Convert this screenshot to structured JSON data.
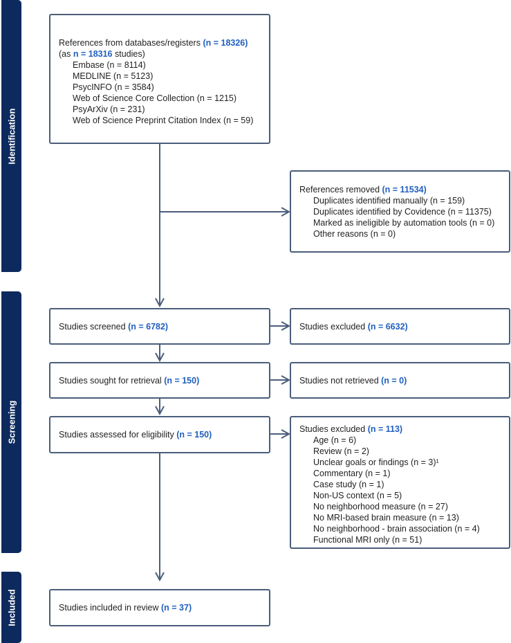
{
  "phases": {
    "identification": "Identification",
    "screening": "Screening",
    "included": "Included"
  },
  "references": {
    "title": "References from databases/registers",
    "title_count": "(n = 18326)",
    "as_prefix": "(as",
    "as_count": "n = 18316",
    "as_suffix": "studies)",
    "sources": [
      "Embase (n = 8114)",
      "MEDLINE (n = 5123)",
      "PsycINFO (n = 3584)",
      "Web of Science Core Collection (n = 1215)",
      "PsyArXiv (n = 231)",
      "Web of Science Preprint Citation Index (n = 59)"
    ]
  },
  "removed": {
    "title": "References removed",
    "count": "(n = 11534)",
    "items": [
      "Duplicates identified manually (n = 159)",
      "Duplicates identified by Covidence (n = 11375)",
      "Marked as ineligible by automation tools (n = 0)",
      "Other reasons (n = 0)"
    ]
  },
  "screened": {
    "label": "Studies screened",
    "count": "(n = 6782)"
  },
  "excluded_screen": {
    "label": "Studies excluded",
    "count": "(n = 6632)"
  },
  "sought": {
    "label": "Studies sought for retrieval",
    "count": "(n = 150)"
  },
  "not_retrieved": {
    "label": "Studies not retrieved",
    "count": "(n = 0)"
  },
  "assessed": {
    "label": "Studies assessed for eligibility",
    "count": "(n = 150)"
  },
  "excluded_eligibility": {
    "title": "Studies excluded",
    "count": "(n = 113)",
    "items": [
      "Age (n = 6)",
      "Review (n = 2)",
      "Unclear goals or findings (n = 3)¹",
      "Commentary (n = 1)",
      "Case study (n = 1)",
      "Non-US context (n = 5)",
      "No neighborhood measure (n = 27)",
      "No MRI-based brain measure (n = 13)",
      "No neighborhood - brain association (n = 4)",
      "Functional MRI only (n = 51)"
    ]
  },
  "included": {
    "label": "Studies included in review",
    "count": "(n = 37)"
  },
  "colors": {
    "phase_bar": "#0d2a5e",
    "box_border": "#4a5d7a",
    "highlight": "#1f5fbf",
    "arrow": "#4a5d7a"
  }
}
